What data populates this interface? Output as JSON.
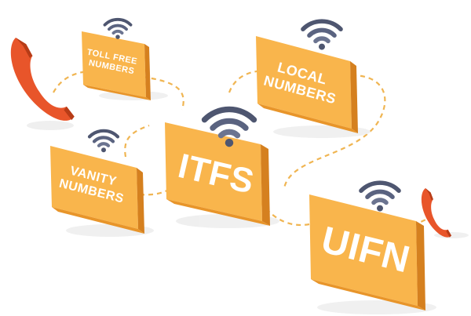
{
  "colors": {
    "block_top": "#f9b54c",
    "block_side": "#e8952a",
    "block_dark": "#d5801f",
    "phone": "#e8552a",
    "phone_dark": "#b73c17",
    "wave": "#4e5670",
    "wave_light": "#6b7490",
    "dash": "#f0b552",
    "shadow": "#e6e6e6"
  },
  "icons": [
    "phone-handset-icon",
    "wifi-signal-icon"
  ],
  "nodes": {
    "toll_free": {
      "line1": "TOLL FREE",
      "line2": "NUMBERS"
    },
    "local": {
      "line1": "LOCAL",
      "line2": "NUMBERS"
    },
    "vanity": {
      "line1": "VANITY",
      "line2": "NUMBERS"
    },
    "itfs": {
      "label": "ITFS"
    },
    "uifn": {
      "label": "UIFN"
    }
  }
}
